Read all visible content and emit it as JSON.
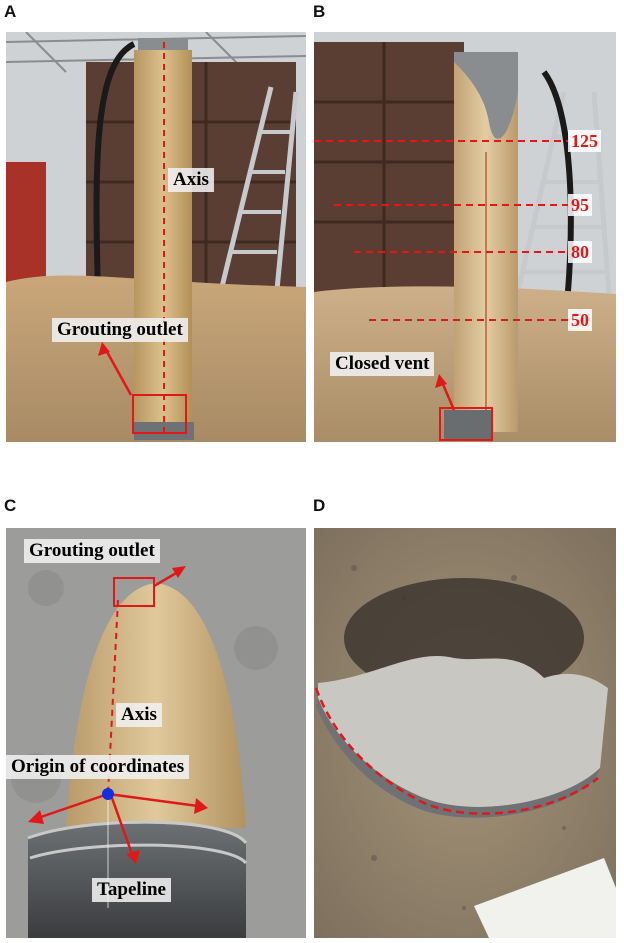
{
  "panels": {
    "a": {
      "letter": "A",
      "labels": {
        "axis": "Axis",
        "grouting_outlet": "Grouting outlet"
      }
    },
    "b": {
      "letter": "B",
      "labels": {
        "closed_vent": "Closed vent"
      },
      "heights": [
        "125",
        "95",
        "80",
        "50"
      ]
    },
    "c": {
      "letter": "C",
      "labels": {
        "grouting_outlet": "Grouting outlet",
        "axis": "Axis",
        "origin": "Origin of coordinates",
        "tapeline": "Tapeline"
      }
    },
    "d": {
      "letter": "D"
    }
  },
  "colors": {
    "annotation_red": "#e01818",
    "origin_dot": "#1030e0"
  }
}
